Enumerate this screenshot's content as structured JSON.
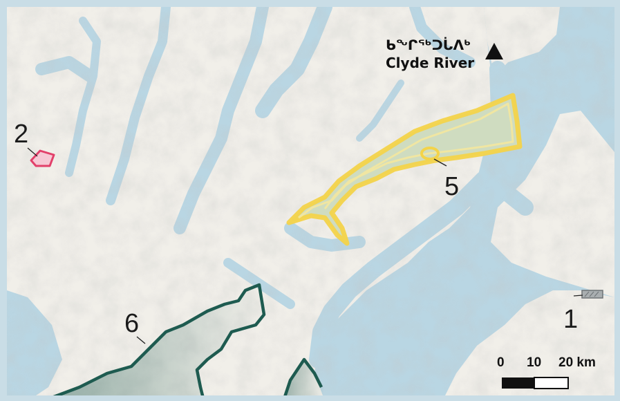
{
  "map": {
    "colors": {
      "water": "#b9d6e3",
      "land": "#f1efe9",
      "fjord_area": "#f3d34a",
      "area_2": "#e2406a",
      "area_6": "#1e5b50",
      "area_1": "#8a8d8e"
    },
    "town": {
      "name_syllabics": "ᑲᖏᖅᑐᒑᐱᒃ",
      "name": "Clyde River",
      "icon": "triangle-icon"
    },
    "area_labels": {
      "area_1": "1",
      "area_2": "2",
      "area_5": "5",
      "area_6": "6"
    },
    "scale_bar": {
      "label_0": "0",
      "label_10": "10",
      "label_20": "20 km"
    }
  }
}
